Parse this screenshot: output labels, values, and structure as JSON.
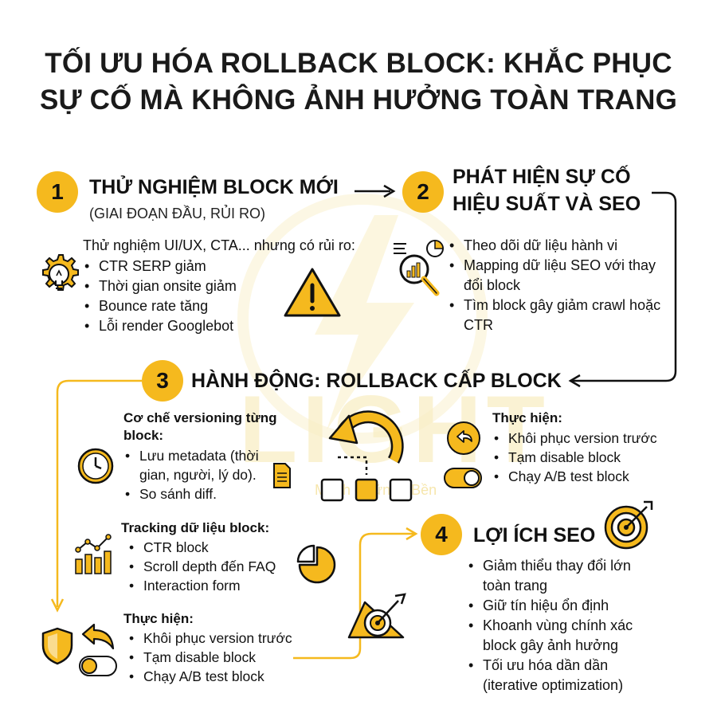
{
  "title": {
    "line1": "TỐI ƯU HÓA ROLLBACK BLOCK: KHẮC PHỤC",
    "line2": "SỰ CỐ MÀ KHÔNG ẢNH HƯỞNG TOÀN TRANG"
  },
  "watermark": {
    "brand": "LIGHT",
    "tagline": "Mạnh - Vững - Bền"
  },
  "colors": {
    "accent": "#f5b91e",
    "dark": "#111111"
  },
  "step1": {
    "number": "1",
    "heading": "THỬ NGHIỆM BLOCK MỚI",
    "subheading": "(GIAI ĐOẠN ĐẦU, RỦI RO)",
    "intro": "Thử nghiệm UI/UX, CTA... nhưng có rủi ro:",
    "items": [
      "CTR SERP giảm",
      "Thời gian onsite giảm",
      "Bounce rate tăng",
      "Lỗi render Googlebot"
    ],
    "icons": [
      "gear-bulb-icon",
      "warning-icon"
    ]
  },
  "step2": {
    "number": "2",
    "heading_line1": "PHÁT HIỆN SỰ CỐ",
    "heading_line2": "HIỆU SUẤT VÀ SEO",
    "items": [
      "Theo dõi dữ liệu hành vi",
      "Mapping dữ liệu SEO với thay đổi block",
      "Tìm block gây giảm crawl hoặc CTR"
    ],
    "icons": [
      "report-magnifier-icon"
    ]
  },
  "step3": {
    "number": "3",
    "heading": "HÀNH ĐỘNG: ROLLBACK CẤP BLOCK",
    "versioning": {
      "heading": "Cơ chế versioning từng block:",
      "items": [
        "Lưu metadata (thời gian, người, lý do).",
        "So sánh diff."
      ]
    },
    "execute_right": {
      "heading": "Thực hiện:",
      "items": [
        "Khôi phục version trước",
        "Tạm disable block",
        "Chạy A/B test block"
      ]
    },
    "tracking": {
      "heading": "Tracking dữ liệu block:",
      "items": [
        "CTR block",
        "Scroll depth đến FAQ",
        "Interaction form"
      ]
    },
    "execute_left": {
      "heading": "Thực hiện:",
      "items": [
        "Khôi phục version trước",
        "Tạm disable block",
        "Chạy A/B test block"
      ]
    }
  },
  "step4": {
    "number": "4",
    "heading": "LỢI ÍCH SEO",
    "items": [
      "Giảm thiểu thay đổi lớn toàn trang",
      "Giữ tín hiệu ổn định",
      "Khoanh vùng chính xác block gây ảnh hưởng",
      "Tối ưu hóa dần dần (iterative optimization)"
    ]
  }
}
